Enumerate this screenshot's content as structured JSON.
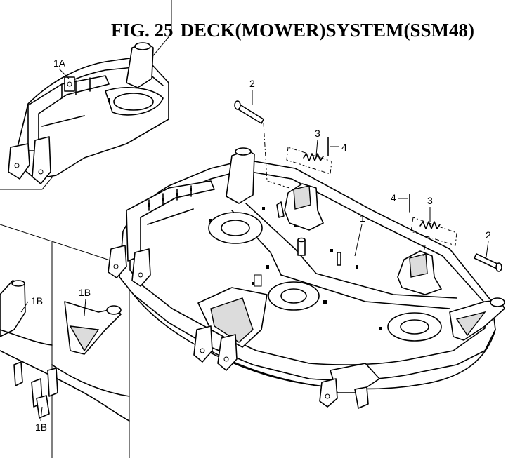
{
  "title": {
    "fig": "FIG. 25",
    "name": "DECK(MOWER)SYSTEM(SSM48)"
  },
  "callouts": {
    "c1": "1",
    "c2a": "2",
    "c2b": "2",
    "c3a": "3",
    "c3b": "3",
    "c4a": "4",
    "c4b": "4",
    "c1a": "1A",
    "c1b_upper": "1B",
    "c1b_right": "1B",
    "c1b_lower": "1B"
  }
}
